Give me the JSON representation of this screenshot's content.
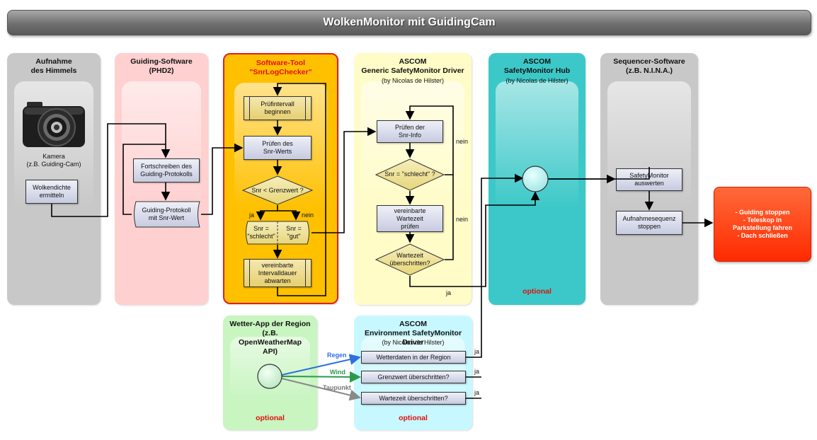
{
  "title": "WolkenMonitor mit GuidingCam",
  "lanes": {
    "sky": {
      "title": "Aufnahme\ndes Himmels",
      "camera_label": "Kamera\n(z.B. Guiding-Cam)",
      "step": "Wolkendichte\nermitteln"
    },
    "guiding": {
      "title": "Guiding-Software\n(PHD2)",
      "step1": "Fortschreiben des\nGuiding-Protokolls",
      "step2": "Guiding-Protokoll\nmit Snr-Wert"
    },
    "tool": {
      "title": "Software-Tool\n\"SnrLogChecker\"",
      "step1": "Prüfintervall\nbeginnen",
      "step2": "Prüfen des\nSnr-Werts",
      "decision": "Snr < Grenzwert ?",
      "yes": "ja",
      "no": "nein",
      "bad": "Snr =\n\"schlecht\"",
      "good": "Snr =\n\"gut\"",
      "step3": "vereinbarte\nIntervalldauer\nabwarten"
    },
    "generic": {
      "title": "ASCOM\nGeneric SafetyMonitor Driver",
      "sub": "(by Nicolas de Hilster)",
      "step1": "Prüfen der\nSnr-Info",
      "decision1": "Snr = \"schlecht\" ?",
      "step2": "vereinbarte\nWartezeit\nprüfen",
      "decision2": "Wartezeit\nüberschritten?",
      "no1": "nein",
      "no2": "nein",
      "yes": "ja"
    },
    "hub": {
      "title": "ASCOM\nSafetyMonitor Hub",
      "sub": "(by Nicolas de Hilster)",
      "optional": "optional"
    },
    "sequencer": {
      "title": "Sequencer-Software\n(z.B. N.I.N.A.)",
      "step1": "SafetyMonitor\nauswerten",
      "step2": "Aufnahmesequenz\nstoppen"
    },
    "weather": {
      "title": "Wetter-App der Region\n(z.B.\nOpenWeatherMap\nAPI)",
      "optional": "optional",
      "rain": "Regen",
      "wind": "Wind",
      "dew": "Taupunkt"
    },
    "env": {
      "title": "ASCOM\nEnvironment SafetyMonitor Driver",
      "sub": "(by Nicolas de Hilster)",
      "row1": "Wetterdaten in der Region",
      "row2": "Grenzwert überschritten?",
      "row3": "Wartezeit überschritten?",
      "yes1": "ja",
      "yes2": "ja",
      "yes3": "ja",
      "optional": "optional"
    }
  },
  "result": "- Guiding stoppen\n- Teleskop in\nParkstellung fahren\n- Dach schließen",
  "colors": {
    "sky": "#c8c8c8",
    "guiding": "#ffd0d0",
    "tool": "#ffc000",
    "tool_border": "#e02020",
    "generic": "#fffcc8",
    "hub": "#3cc8c8",
    "sequencer": "#c8c8c8",
    "weather": "#c8f5c0",
    "env": "#c8f8ff",
    "rain": "#2f6fe0",
    "wind": "#2a9a4a",
    "dew": "#888888",
    "result": "#ff3a10"
  }
}
